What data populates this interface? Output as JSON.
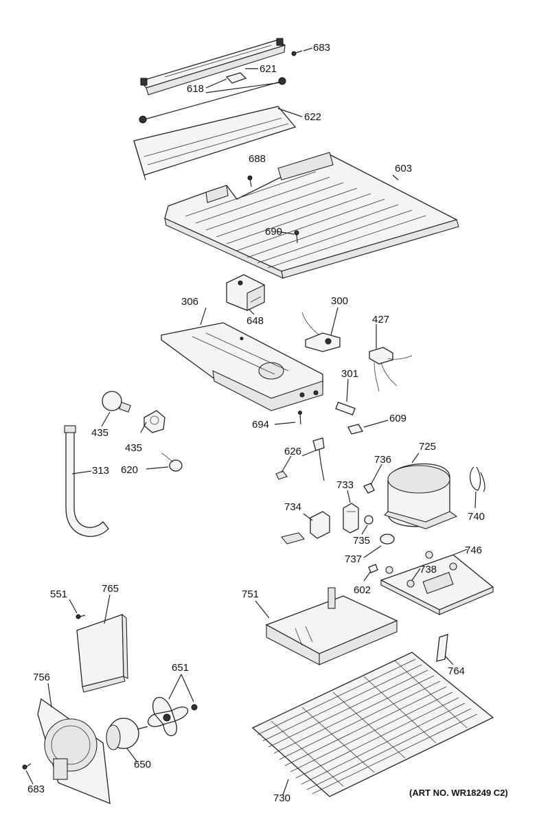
{
  "art_number": "(ART NO. WR18249 C2)",
  "labels": {
    "p683a": "683",
    "p621": "621",
    "p618": "618",
    "p622": "622",
    "p688": "688",
    "p603": "603",
    "p690": "690",
    "p306": "306",
    "p648": "648",
    "p300": "300",
    "p427": "427",
    "p301": "301",
    "p694": "694",
    "p609": "609",
    "p435a": "435",
    "p435b": "435",
    "p620": "620",
    "p313": "313",
    "p626": "626",
    "p736": "736",
    "p725": "725",
    "p733": "733",
    "p734": "734",
    "p735": "735",
    "p740": "740",
    "p737": "737",
    "p746": "746",
    "p738": "738",
    "p602": "602",
    "p551": "551",
    "p765": "765",
    "p751": "751",
    "p764": "764",
    "p651": "651",
    "p756": "756",
    "p650": "650",
    "p683b": "683",
    "p730": "730"
  }
}
